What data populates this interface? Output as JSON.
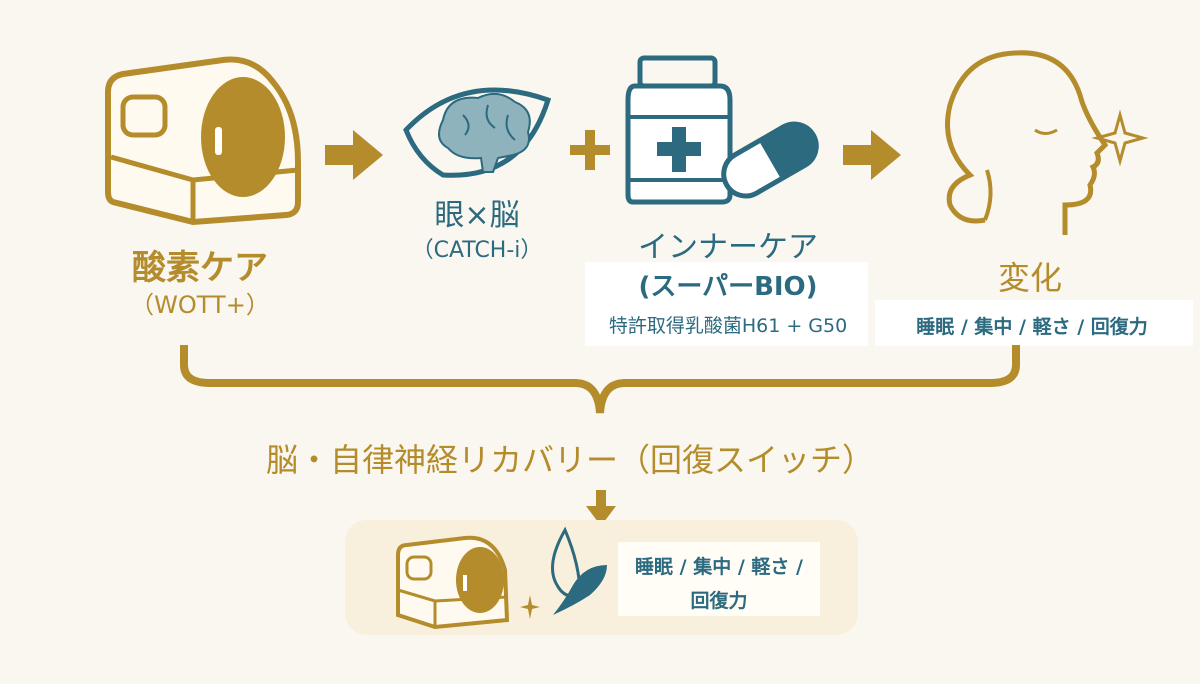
{
  "steps": [
    {
      "title": "酸素ケア",
      "subtitle": "（WOTT+）",
      "icon": "oxygen-capsule-icon"
    },
    {
      "title": "眼×脳",
      "subtitle": "（CATCH-i）",
      "icon": "brain-eye-icon"
    },
    {
      "title": "インナーケア",
      "subtitle": "(スーパーBIO)",
      "detail": "特許取得乳酸菌H61 + G50",
      "icon": "supplement-bottle-icon"
    },
    {
      "title": "変化",
      "detail": "睡眠 / 集中 / 軽さ / 回復力",
      "icon": "face-icon"
    }
  ],
  "summary": {
    "title": "脳・自律神経リカバリー（回復スイッチ）",
    "result_line1": "睡眠 / 集中 / 軽さ /",
    "result_line2": "回復力"
  },
  "colors": {
    "gold": "#b48c2c",
    "teal": "#2c6a80",
    "background": "#faf7f0"
  }
}
